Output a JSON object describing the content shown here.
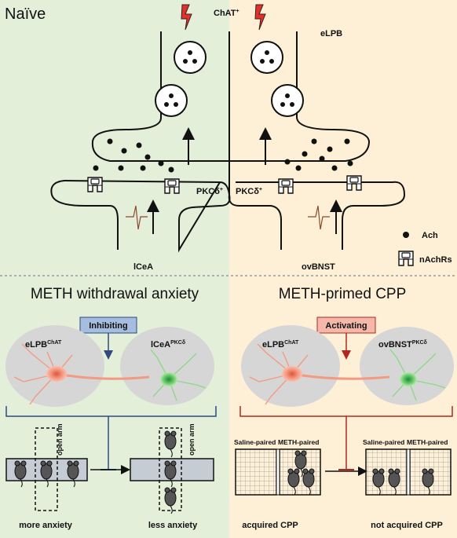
{
  "naive": {
    "title": "Naïve",
    "chat": "ChAT",
    "chat_sup": "+",
    "elpb": "eLPB",
    "pkc_left": "PKCδ",
    "pkc_right": "PKCδ",
    "pkc_sup": "+",
    "left_region": "lCeA",
    "right_region": "ovBNST",
    "legend_ach": "Ach",
    "legend_nachr": "nAchRs"
  },
  "left_panel": {
    "title": "METH withdrawal anxiety",
    "action": "Inhibiting",
    "source": "eLPB",
    "source_sup": "ChAT",
    "target": "lCeA",
    "target_sup": "PKCδ",
    "open_arm_1": "open arm",
    "open_arm_2": "open arm",
    "label_before": "more anxiety",
    "label_after": "less anxiety"
  },
  "right_panel": {
    "title": "METH-primed CPP",
    "action": "Activating",
    "source": "eLPB",
    "source_sup": "ChAT",
    "target": "ovBNST",
    "target_sup": "PKCδ",
    "box1_saline": "Saline-paired",
    "box1_meth": "METH-paired",
    "box2_saline": "Saline-paired",
    "box2_meth": "METH-paired",
    "label_before": "acquired CPP",
    "label_after": "not acquired CPP"
  },
  "colors": {
    "left_bg": "#e3efd9",
    "right_bg": "#fdf0d6",
    "inhibit": "#2e4a7e",
    "inhibit_box": "#a7bde0",
    "activate": "#b3261e",
    "activate_box": "#f3b8aa",
    "neuron_red": "#f39a83",
    "neuron_green": "#8fd88a"
  }
}
